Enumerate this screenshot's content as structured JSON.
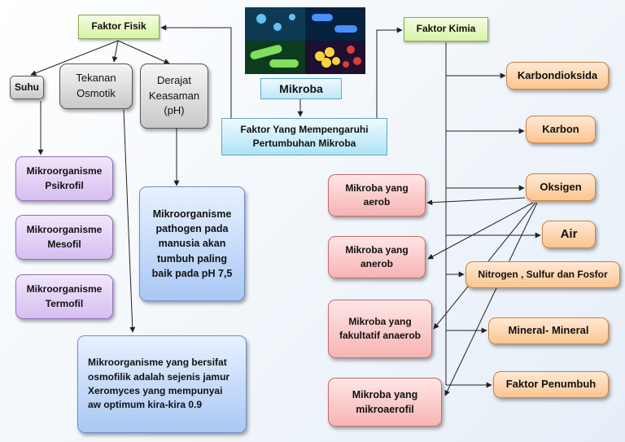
{
  "title": "Mikroba",
  "image": {
    "icon": "microbe-collage-image"
  },
  "center": "Faktor Yang Mempengaruhi Pertumbuhan Mikroba",
  "physical": {
    "label": "Faktor Fisik",
    "suhu": "Suhu",
    "tekanan": "Tekanan Osmotik",
    "derajat": "Derajat Keasaman (pH)",
    "psikrofil": "Mikroorganisme Psikrofil",
    "mesofil": "Mikroorganisme Mesofil",
    "termofil": "Mikroorganisme Termofil",
    "ph_note": "Mikroorganisme pathogen pada manusia akan tumbuh paling baik pada pH 7,5",
    "osmo_note": "Mikroorganisme yang bersifat osmofilik adalah sejenis jamur Xeromyces yang mempunyai aw optimum kira-kira 0.9"
  },
  "chemical": {
    "label": "Faktor Kimia",
    "karbondioksida": "Karbondioksida",
    "karbon": "Karbon",
    "oksigen": "Oksigen",
    "air": "Air",
    "nitrogen": "Nitrogen , Sulfur dan Fosfor",
    "mineral": "Mineral- Mineral",
    "penumbuh": "Faktor Penumbuh",
    "aerob": "Mikroba yang aerob",
    "anerob": "Mikroba yang anerob",
    "fakultatif": "Mikroba yang fakultatif anaerob",
    "mikroaerofil": "Mikroba yang mikroaerofil"
  },
  "colors": {
    "green": "#d7f3a6",
    "gray": "#c9c9c9",
    "purple": "#d6bff0",
    "blue": "#a9c8f4",
    "cyan": "#aee3f4",
    "pink": "#f7b4b4",
    "orange": "#fbc58f",
    "line": "#222222"
  }
}
